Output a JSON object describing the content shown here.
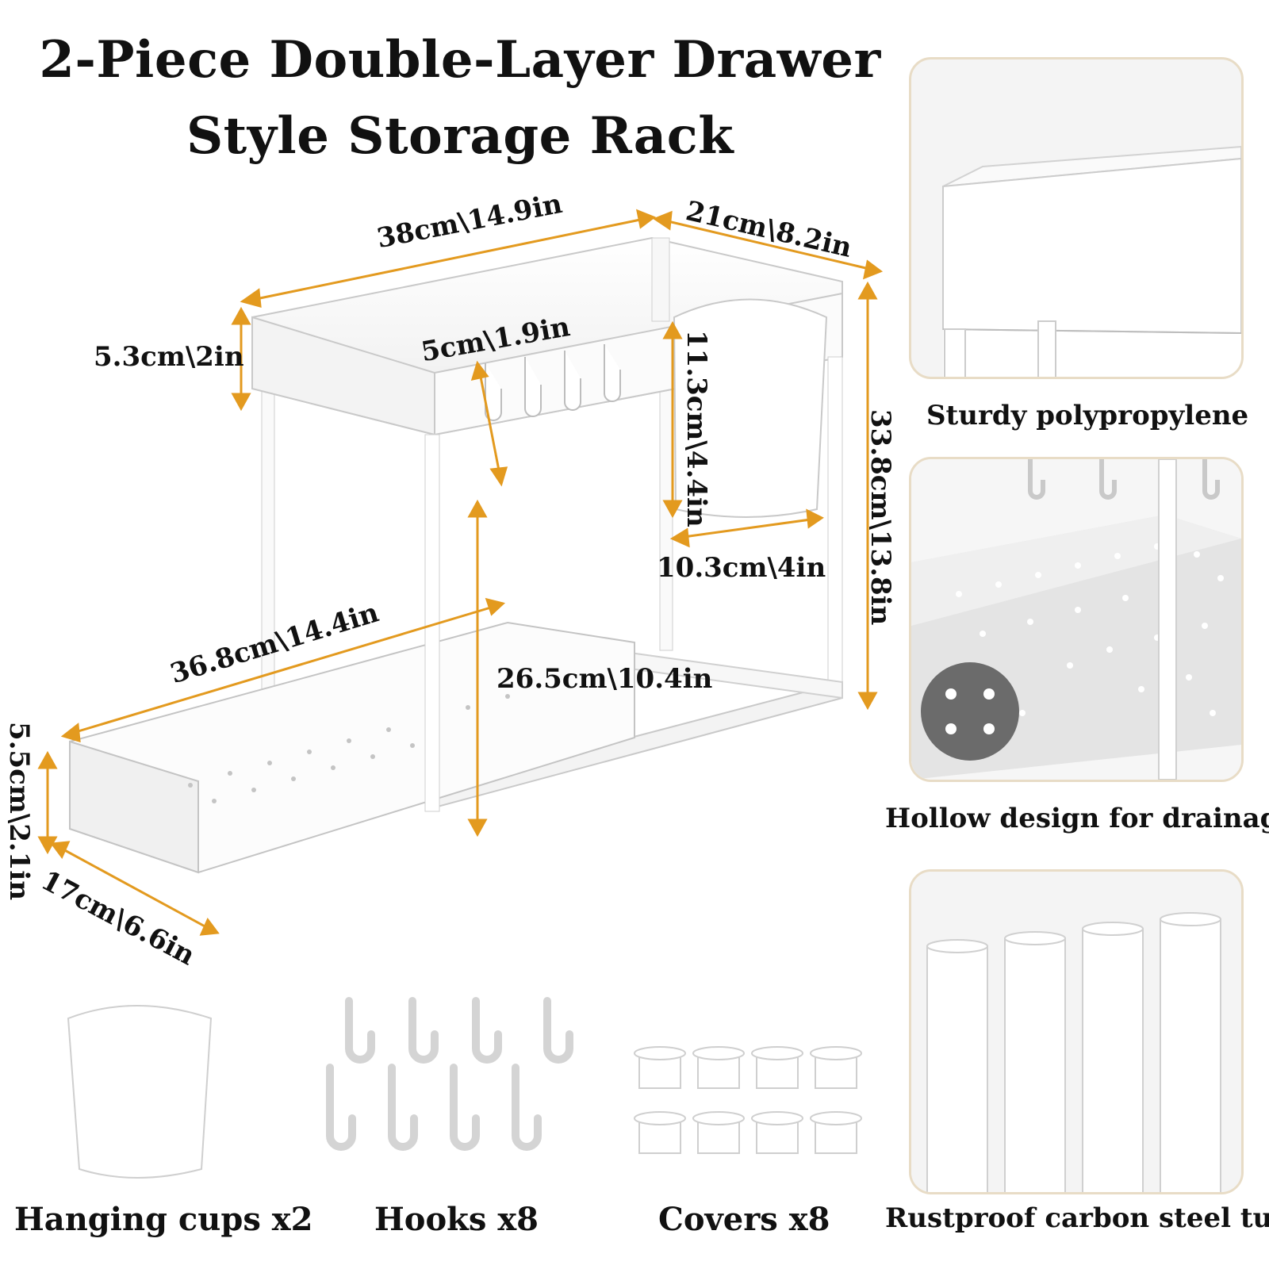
{
  "title": {
    "line1": "2-Piece Double-Layer Drawer",
    "line2": "Style Storage Rack"
  },
  "dimensions": {
    "top_length": "38cm\\14.9in",
    "top_depth": "21cm\\8.2in",
    "top_height": "5.3cm\\2in",
    "hook_spacing": "5cm\\1.9in",
    "cup_height": "11.3cm\\4.4in",
    "total_height": "33.8cm\\13.8in",
    "cup_width": "10.3cm\\4in",
    "drawer_length": "36.8cm\\14.4in",
    "inner_height": "26.5cm\\10.4in",
    "drawer_height": "5.5cm\\2.1in",
    "drawer_depth": "17cm\\6.6in"
  },
  "features": [
    {
      "caption": "Sturdy polypropylene"
    },
    {
      "caption": "Hollow design for drainage"
    },
    {
      "caption": "Rustproof carbon steel tube"
    }
  ],
  "accessories": [
    {
      "label": "Hanging cups x2"
    },
    {
      "label": "Hooks x8"
    },
    {
      "label": "Covers x8"
    }
  ],
  "colors": {
    "arrow": "#e39a1f",
    "panel_border": "#e8dcc6",
    "product": "#ffffff",
    "shadow": "#d9d9d9"
  }
}
